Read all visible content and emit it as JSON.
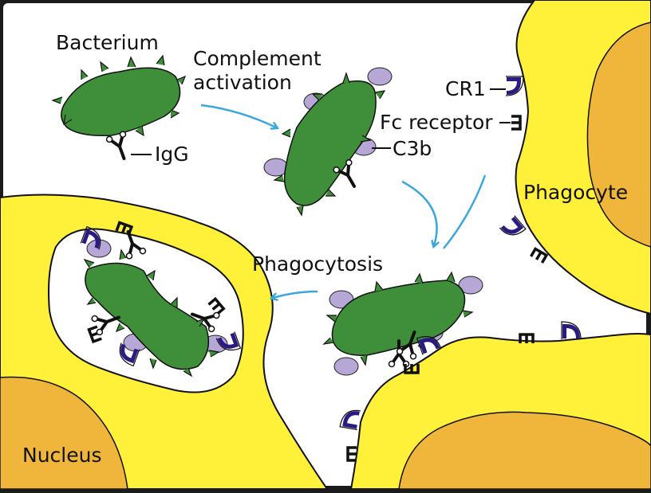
{
  "labels": {
    "bacterium": "Bacterium",
    "complement_line1": "Complement",
    "complement_line2": "activation",
    "igg": "IgG",
    "cr1": "CR1",
    "fc_receptor": "Fc receptor",
    "c3b": "C3b",
    "phagocyte": "Phagocyte",
    "phagocytosis": "Phagocytosis",
    "nucleus": "Nucleus"
  },
  "colors": {
    "background": "#ffffff",
    "frame": "#1b1b1b",
    "cytoplasm": "#fff03a",
    "nucleus": "#f0b53b",
    "bacterium": "#3e8e3a",
    "c3b": "#b6a7d6",
    "cr1": "#2c1a80",
    "arrow": "#3aa7dc",
    "outline": "#111111"
  },
  "icons": {
    "igg": "y-shaped-antibody-icon",
    "cr1": "cup-shaped-receptor-icon",
    "fc_receptor": "bracket-receptor-icon"
  }
}
